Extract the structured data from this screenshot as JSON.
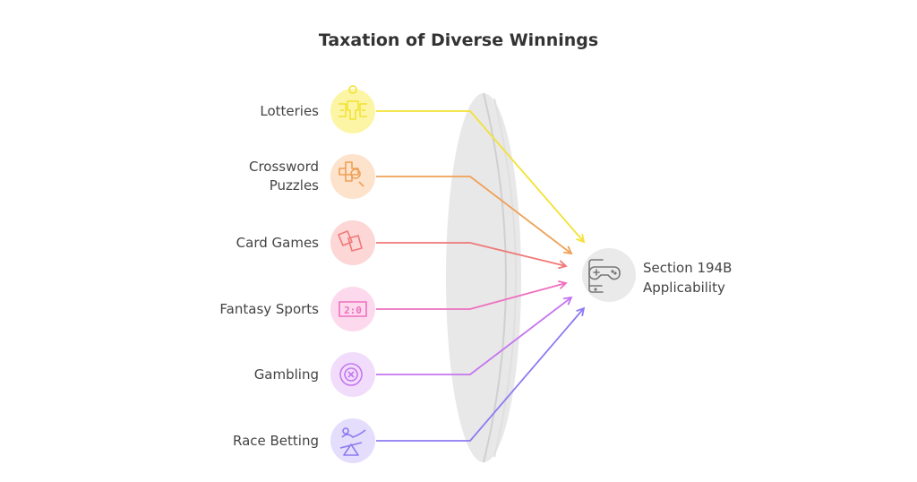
{
  "title": "Taxation of Diverse Winnings",
  "sources": [
    {
      "label": "Lotteries",
      "icon": "lottery-person-icon",
      "color": "#f2e233",
      "fill": "#fcf5a6"
    },
    {
      "label": "Crossword Puzzles",
      "icon": "crossword-magnifier-icon",
      "color": "#f0a055",
      "fill": "#fde2cc"
    },
    {
      "label": "Card Games",
      "icon": "playing-cards-icon",
      "color": "#f07878",
      "fill": "#fdd6d6"
    },
    {
      "label": "Fantasy Sports",
      "icon": "scoreboard-icon",
      "color": "#ee6fbf",
      "fill": "#fdd9ee"
    },
    {
      "label": "Gambling",
      "icon": "roulette-chip-icon",
      "color": "#c574ef",
      "fill": "#f1ddfb"
    },
    {
      "label": "Race Betting",
      "icon": "dog-race-icon",
      "color": "#8c7cf2",
      "fill": "#e4defc"
    }
  ],
  "target": {
    "label_line1": "Section 194B",
    "label_line2": "Applicability",
    "icon": "mobile-gamepad-icon"
  }
}
